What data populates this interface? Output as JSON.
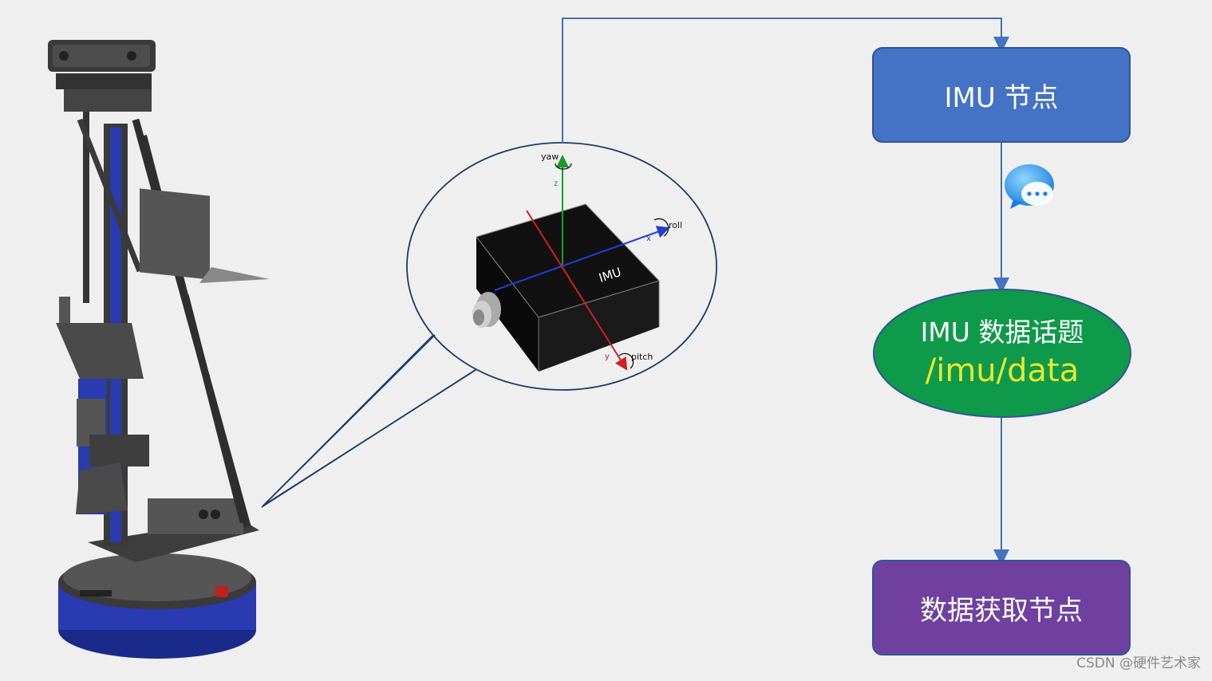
{
  "diagram": {
    "imu_node": {
      "label": "IMU 节点",
      "color": "#4472c4"
    },
    "topic": {
      "line1": "IMU 数据话题",
      "line2": "/imu/data",
      "fill": "#0e9a4a",
      "line2_color": "#e8e830"
    },
    "data_node": {
      "label": "数据获取节点",
      "color": "#7040a0"
    },
    "message_icon": "chat-bubble-icon"
  },
  "imu_callout": {
    "device_label": "IMU",
    "axes": {
      "yaw": "yaw",
      "z": "z",
      "roll": "roll",
      "x": "x",
      "pitch": "pitch",
      "y": "y"
    },
    "axis_colors": {
      "z": "#1a9a2a",
      "x": "#2040d0",
      "y": "#d02020"
    }
  },
  "robot_image": "robot-arm-render",
  "watermark": "CSDN @硬件艺术家"
}
